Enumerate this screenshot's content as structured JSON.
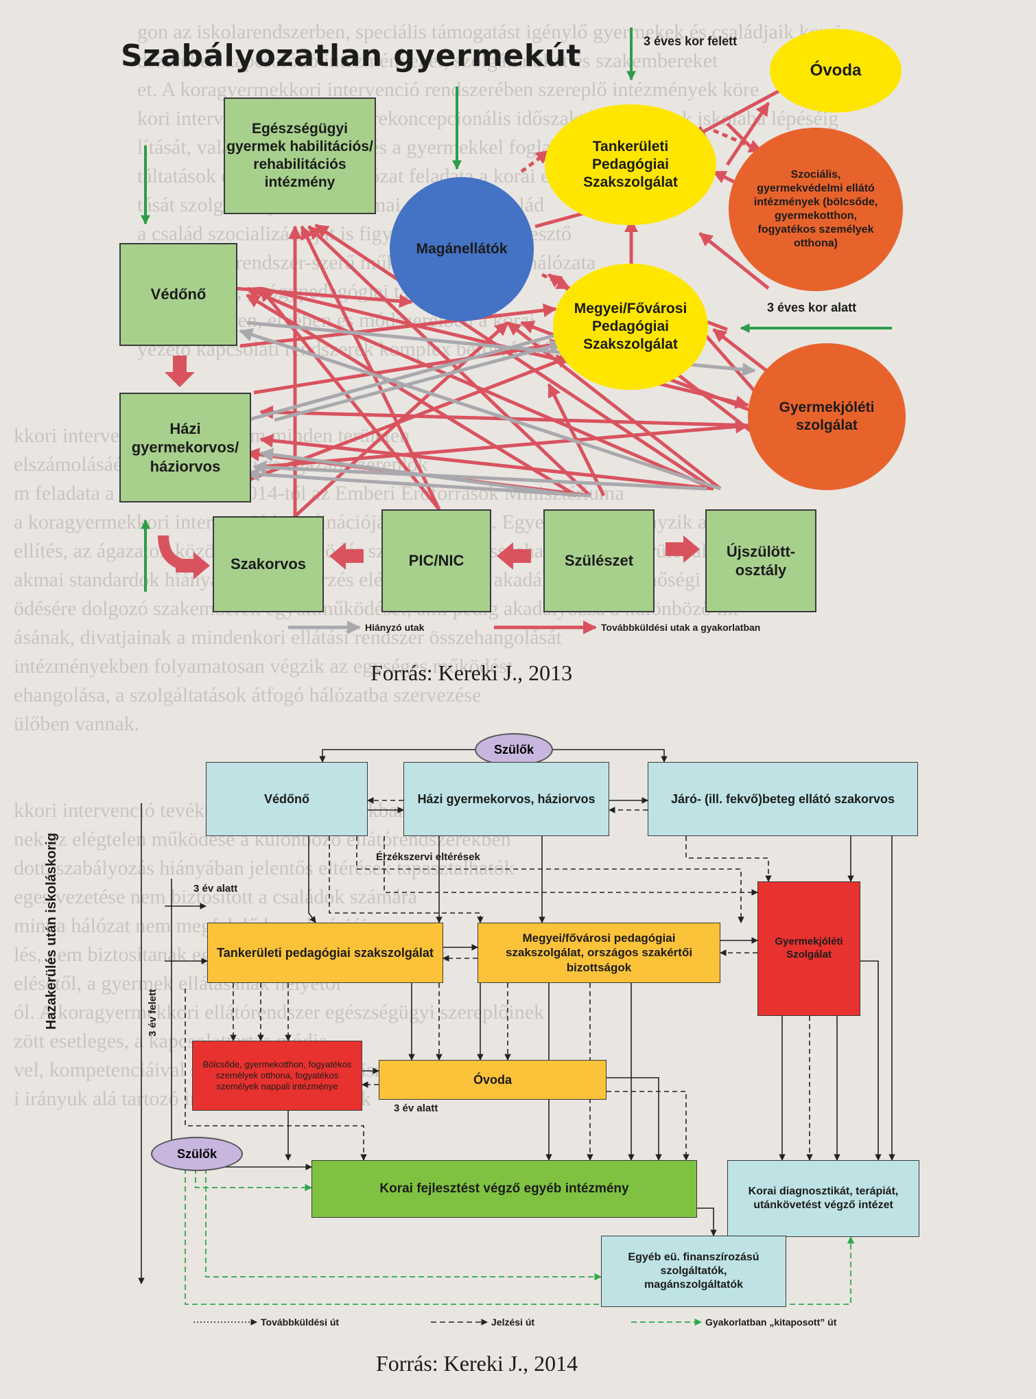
{
  "background_text": [
    "gon az iskolarendszerben, speciális támogatást igénylő gyermekek és családjaik korai",
    "dszerében kapcsolódó intézményeket, szolgáltatókat és szakembereket",
    "et. A koragyermekkori intervenció rendszerében szereplő intézmények köre",
    "kori intervenció hálózata a prekoncepcionális időszaktól a gyermek iskolába lépéséig",
    "lítását, valamint a családdal és a gyermekkel foglalkozó szakemberek",
    "táltatások összességét. E hálózat feladata a korai észlelés",
    "tását szolgáló eljárások szakmai tartalma a család",
    "a család szocializációját is figyelembe vevő fejlesztő",
    "étől és jelzőrendszer-szerű működés szervezett hálózata",
    "szichológiai, gyógypedagógiai tanácsadás",
    "Szemléletében, elvében és módszereiben a korai",
    "yezető kapcsolati rendszerek komplex befolyásolása.",
    "",
    "",
    "kkori intervenció jelenleg nem minden területen",
    "elszámolásáért felelős területi és ágazati szereplők",
    "m feladata a területnek, de 2014-től az Emberi Erőforrások Minisztériuma",
    "a koragyermekkori intervenció koordinációjának feladatát. Egyelőre még hiányzik az",
    "ellítés, az ágazatok közötti együttműködés szabályainak összehangolása. A terület alulf",
    "akmai standardok hiánya és az ellenőrzés elégtelensége is akadályozzák a minőségi ellátást",
    "ödésére dolgozó szakemberek együttműködését, ami pedig akadályozza a különböző int",
    "ásának, divatjainak a mindenkori ellátási rendszer összehangolását",
    "intézményekben folyamatosan végzik az egységes működést",
    "ehangolása, a szolgáltatások átfogó hálózatba szervezése",
    "ülőben vannak.",
    "",
    "",
    "kkori intervenció tevékenységei az ágazatokban",
    "nek az elégtelen működése a különböző ellátórendszerekben",
    "dott, szabályozás hiányában jelentős eltérések tapasztalhatók",
    "eges vezetése nem biztosított a családok számára",
    "mint a hálózat nem megfelelő koordinációja",
    "lés, nem biztosítanak egyenlő hozzáférést a gyermek",
    "elésétől, a gyermek ellátásának helyétől",
    "ól. A koragyermekkori ellátórendszer egészségügyi szereplőinek",
    "zött esetleges, a kapcsolattartás módja",
    "vel, kompetenciáival sincsenek pontosan tisztában",
    "i irányuk alá tartozó intézményes szereplők"
  ],
  "diagram1": {
    "title": "Szabályozatlan gyermekút",
    "boxes": {
      "egeszsegugyi": "Egészségügyi gyermek habilitációs/ rehabilitációs intézmény",
      "vedono": "Védőnő",
      "hazi": "Házi gyermekorvos/ háziorvos",
      "szakorvos": "Szakorvos",
      "pic": "PIC/NIC",
      "szuleszet": "Szülészet",
      "ujszulott": "Újszülött-osztály"
    },
    "circles": {
      "maganellatok": "Magánellátók",
      "tankeruleti": "Tankerületi Pedagógiai Szakszolgálat",
      "ovoda": "Óvoda",
      "szocialis": "Szociális, gyermekvédelmi ellátó intézmények (bölcsőde, gyermekotthon, fogyatékos személyek otthona)",
      "megyei": "Megyei/Fővárosi Pedagógiai Szakszolgálat",
      "gyermekjoleti": "Gyermekjóléti szolgálat"
    },
    "labels": {
      "over3": "3 éves kor felett",
      "under3": "3 éves kor alatt"
    },
    "legend": {
      "missing": "Hiányzó utak",
      "practice": "Továbbküldési utak a gyakorlatban"
    },
    "source": "Forrás: Kereki J., 2013",
    "colors": {
      "red": "#d9535f",
      "grey": "#a9a9ad",
      "green": "#2d9c4a",
      "box_green": "#a8d08d",
      "circle_blue": "#4472c4",
      "circle_yellow": "#ffe600",
      "circle_orange": "#e8632c"
    }
  },
  "diagram2": {
    "boxes": {
      "szulok_top": "Szülők",
      "vedono": "Védőnő",
      "hazi": "Házi gyermekorvos, háziorvos",
      "jaro": "Járó- (ill. fekvő)beteg ellátó szakorvos",
      "erzekszervi": "Érzékszervi eltérések",
      "ev3_alatt_left": "3 év alatt",
      "tankeruleti": "Tankerületi pedagógiai szakszolgálat",
      "megyei": "Megyei/fővárosi pedagógiai szakszolgálat, országos szakértői bizottságok",
      "gyermekjoleti": "Gyermekjóléti Szolgálat",
      "bolcsode": "Bölcsőde, gyermekotthon, fogyatékos személyek otthona, fogyatékos személyek nappali intézménye",
      "ovoda": "Óvoda",
      "ev3_alatt": "3 év alatt",
      "szulok_bottom": "Szülők",
      "korai_fejl": "Korai fejlesztést végző egyéb intézmény",
      "korai_diag": "Korai diagnosztikát, terápiát, utánkövetést végző intézet",
      "egyeb": "Egyéb eü. finanszírozású szolgáltatók, magánszolgáltatók"
    },
    "vertical": {
      "hazakerules": "Hazakerülés után iskoláskorig",
      "ev3_felett": "3 év felett"
    },
    "legend": {
      "tovabbkuldesi": "Továbbküldési út",
      "jelzesi": "Jelzési út",
      "kitaposott": "Gyakorlatban „kitaposott” út"
    },
    "source": "Forrás: Kereki J., 2014",
    "colors": {
      "yellow": "#fbc23a",
      "teal": "#bfe3e4",
      "red": "#e8322f",
      "green": "#7fc241",
      "oval": "#c8b6df"
    }
  }
}
